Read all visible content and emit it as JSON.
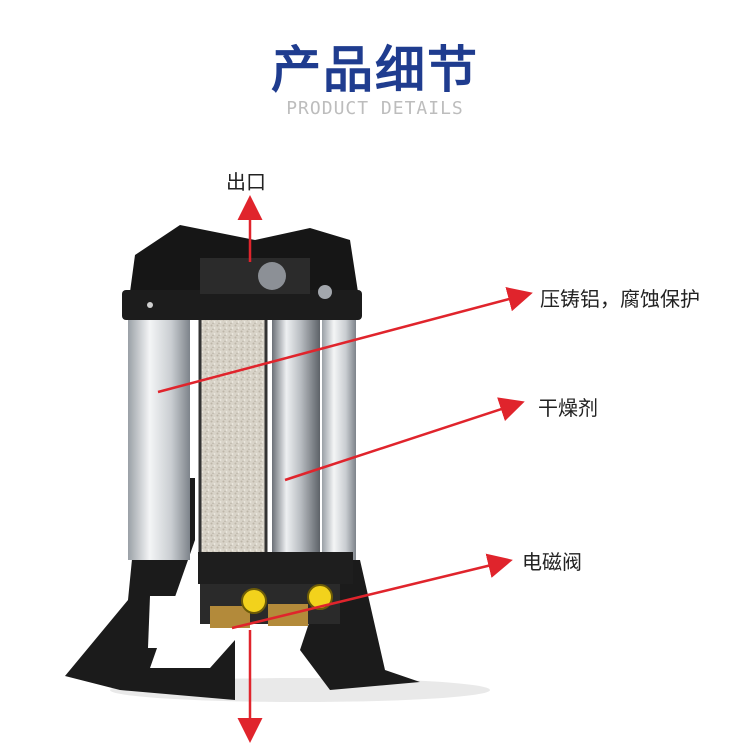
{
  "header": {
    "title": "产品细节",
    "subtitle": "PRODUCT DETAILS"
  },
  "callouts": {
    "outlet": "出口",
    "housing": "压铸铝，腐蚀保护",
    "desiccant": "干燥剂",
    "valve": "电磁阀"
  },
  "colors": {
    "title": "#1f3c8f",
    "arrow": "#e0242c"
  }
}
